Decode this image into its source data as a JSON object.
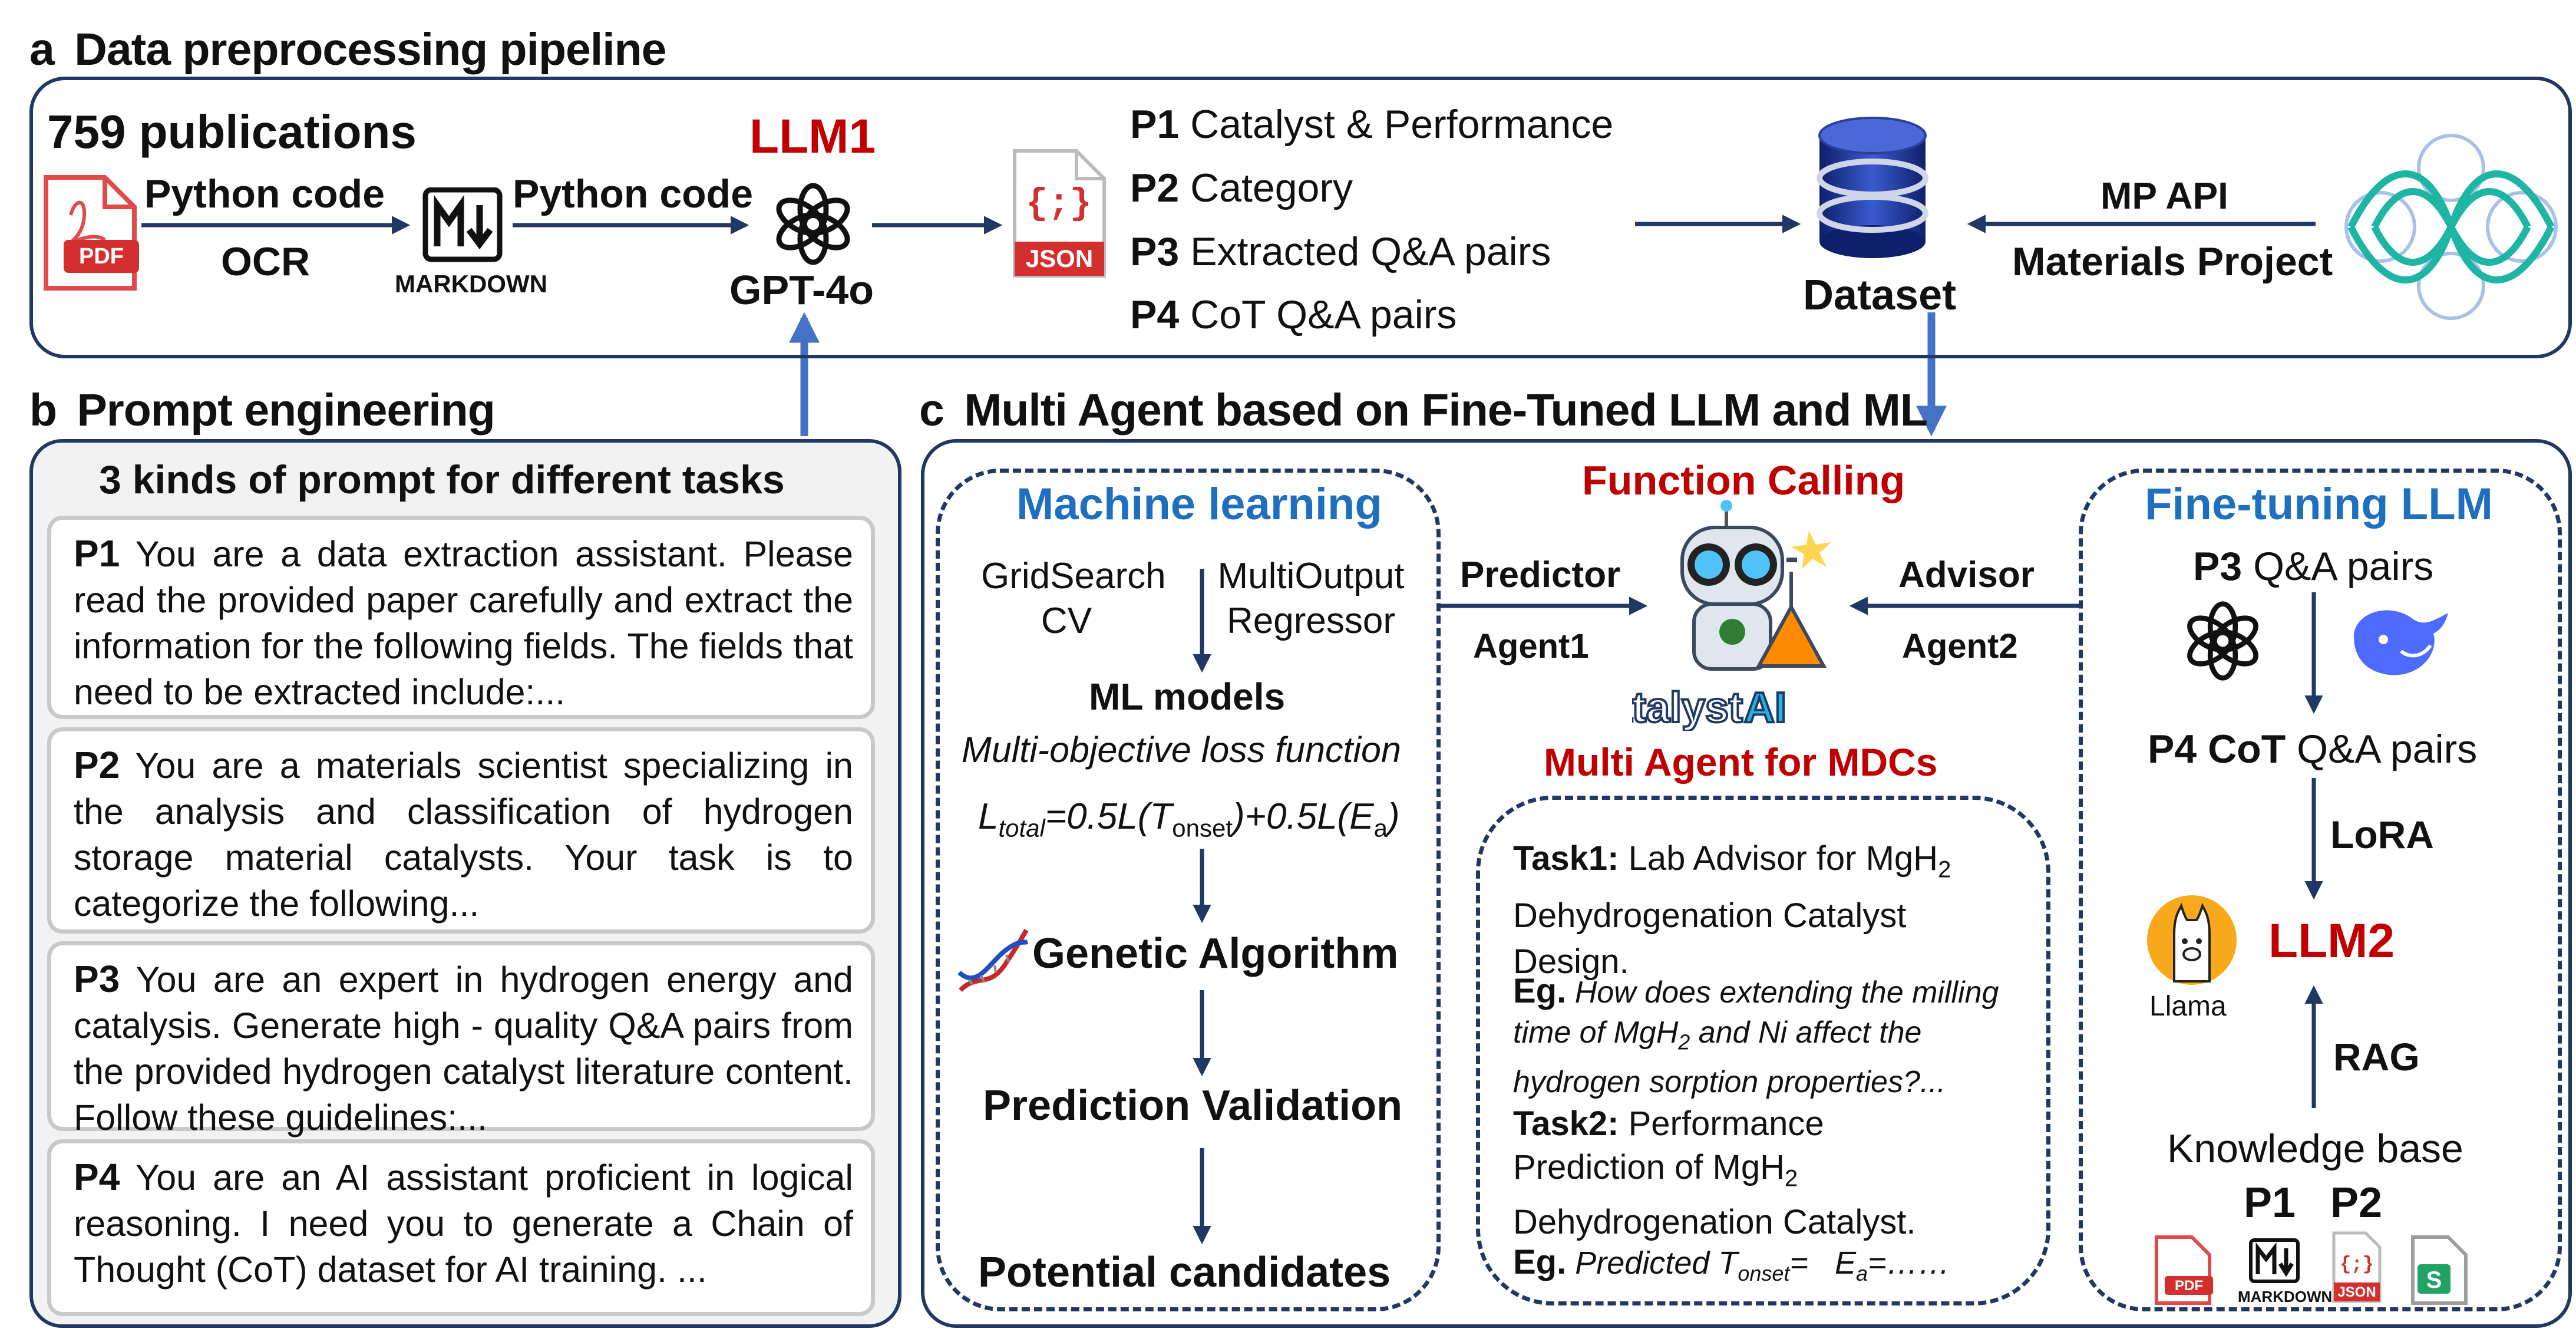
{
  "section_a": {
    "letter": "a",
    "title": "Data preprocessing pipeline",
    "publications": "759 publications",
    "python_code_1": "Python code",
    "ocr": "OCR",
    "markdown_label": "MARKDOWN",
    "python_code_2": "Python code",
    "llm1": "LLM1",
    "gpt": "GPT-4o",
    "json_label": "JSON",
    "json_glyph": "{;}",
    "pdf_label": "PDF",
    "outputs": [
      {
        "key": "P1",
        "text": "Catalyst & Performance"
      },
      {
        "key": "P2",
        "text": "Category"
      },
      {
        "key": "P3",
        "text": "Extracted Q&A pairs"
      },
      {
        "key": "P4",
        "text": "CoT Q&A pairs"
      }
    ],
    "dataset": "Dataset",
    "mp_api": "MP API",
    "materials_project": "Materials Project"
  },
  "section_b": {
    "letter": "b",
    "title": "Prompt engineering",
    "box_title": "3 kinds of prompt for different tasks",
    "prompts": [
      {
        "key": "P1",
        "text": "You are a data extraction assistant. Please read the provided paper carefully and extract the information for the following fields. The fields that need to be extracted include:..."
      },
      {
        "key": "P2",
        "text": "You are a materials scientist specializing in the analysis and classification of hydrogen storage material catalysts. Your task is to categorize the following..."
      },
      {
        "key": "P3",
        "text": "You are an expert in hydrogen energy and catalysis. Generate high - quality Q&A pairs from the provided hydrogen catalyst literature content. Follow these guidelines:..."
      },
      {
        "key": "P4",
        "text": "You are an AI assistant proficient in logical reasoning. I need you to generate a Chain of Thought (CoT) dataset for AI training. ..."
      }
    ]
  },
  "section_c": {
    "letter": "c",
    "title": "Multi Agent based on Fine-Tuned LLM and ML",
    "ml": {
      "title": "Machine learning",
      "gridsearch_1": "GridSearch",
      "gridsearch_2": "CV",
      "multioutput_1": "MultiOutput",
      "multioutput_2": "Regressor",
      "models": "ML models",
      "loss": "Multi-objective loss function",
      "formula_l": "L",
      "formula_total": "total",
      "formula_mid": "=0.5L(T",
      "formula_onset": "onset",
      "formula_mid2": ")+0.5L(E",
      "formula_a": "a",
      "formula_end": ")",
      "genetic": "Genetic Algorithm",
      "validation": "Prediction Validation",
      "candidates": "Potential candidates"
    },
    "center": {
      "function_calling": "Function Calling",
      "predictor": "Predictor",
      "agent1": "Agent1",
      "advisor": "Advisor",
      "agent2": "Agent2",
      "logo_text_1": "Catalyst",
      "logo_text_2": "AI",
      "multi_agent": "Multi Agent for MDCs",
      "task1_label": "Task1:",
      "task1_text_a": "Lab Advisor for MgH",
      "task1_sub": "2",
      "task1_text_b": "Dehydrogenation Catalyst",
      "task1_text_c": "Design.",
      "eg1_label": "Eg.",
      "eg1_text_a": "How does extending the milling",
      "eg1_text_b": "time of MgH",
      "eg1_sub": "2",
      "eg1_text_c": " and Ni affect the",
      "eg1_text_d": "hydrogen sorption properties?...",
      "task2_label": "Task2:",
      "task2_text_a": "Performance",
      "task2_text_b": "Prediction of MgH",
      "task2_sub": "2",
      "task2_text_c": "Dehydrogenation Catalyst.",
      "eg2_label": "Eg.",
      "eg2_text_a": "Predicted T",
      "eg2_sub_onset": "onset",
      "eg2_text_b": "=   E",
      "eg2_sub_a": "a",
      "eg2_text_c": "=……"
    },
    "ft": {
      "title": "Fine-tuning LLM",
      "p3_key": "P3",
      "p3_text": " Q&A pairs",
      "p4_key": "P4 CoT",
      "p4_text": " Q&A pairs",
      "lora": "LoRA",
      "llm2": "LLM2",
      "llama": "Llama",
      "rag": "RAG",
      "kb": "Knowledge base",
      "kb_p1": "P1",
      "kb_p2": "P2",
      "pdf_label": "PDF",
      "markdown_label": "MARKDOWN",
      "json_label": "JSON",
      "json_glyph": "{;}",
      "sheet_glyph": "S"
    }
  },
  "colors": {
    "navy": "#1f3864",
    "accent_blue": "#1f6fc1",
    "arrow_blue": "#4472c4",
    "red": "#c00000",
    "teal": "#1fb5a5",
    "panel_gray": "#f2f2f2"
  }
}
